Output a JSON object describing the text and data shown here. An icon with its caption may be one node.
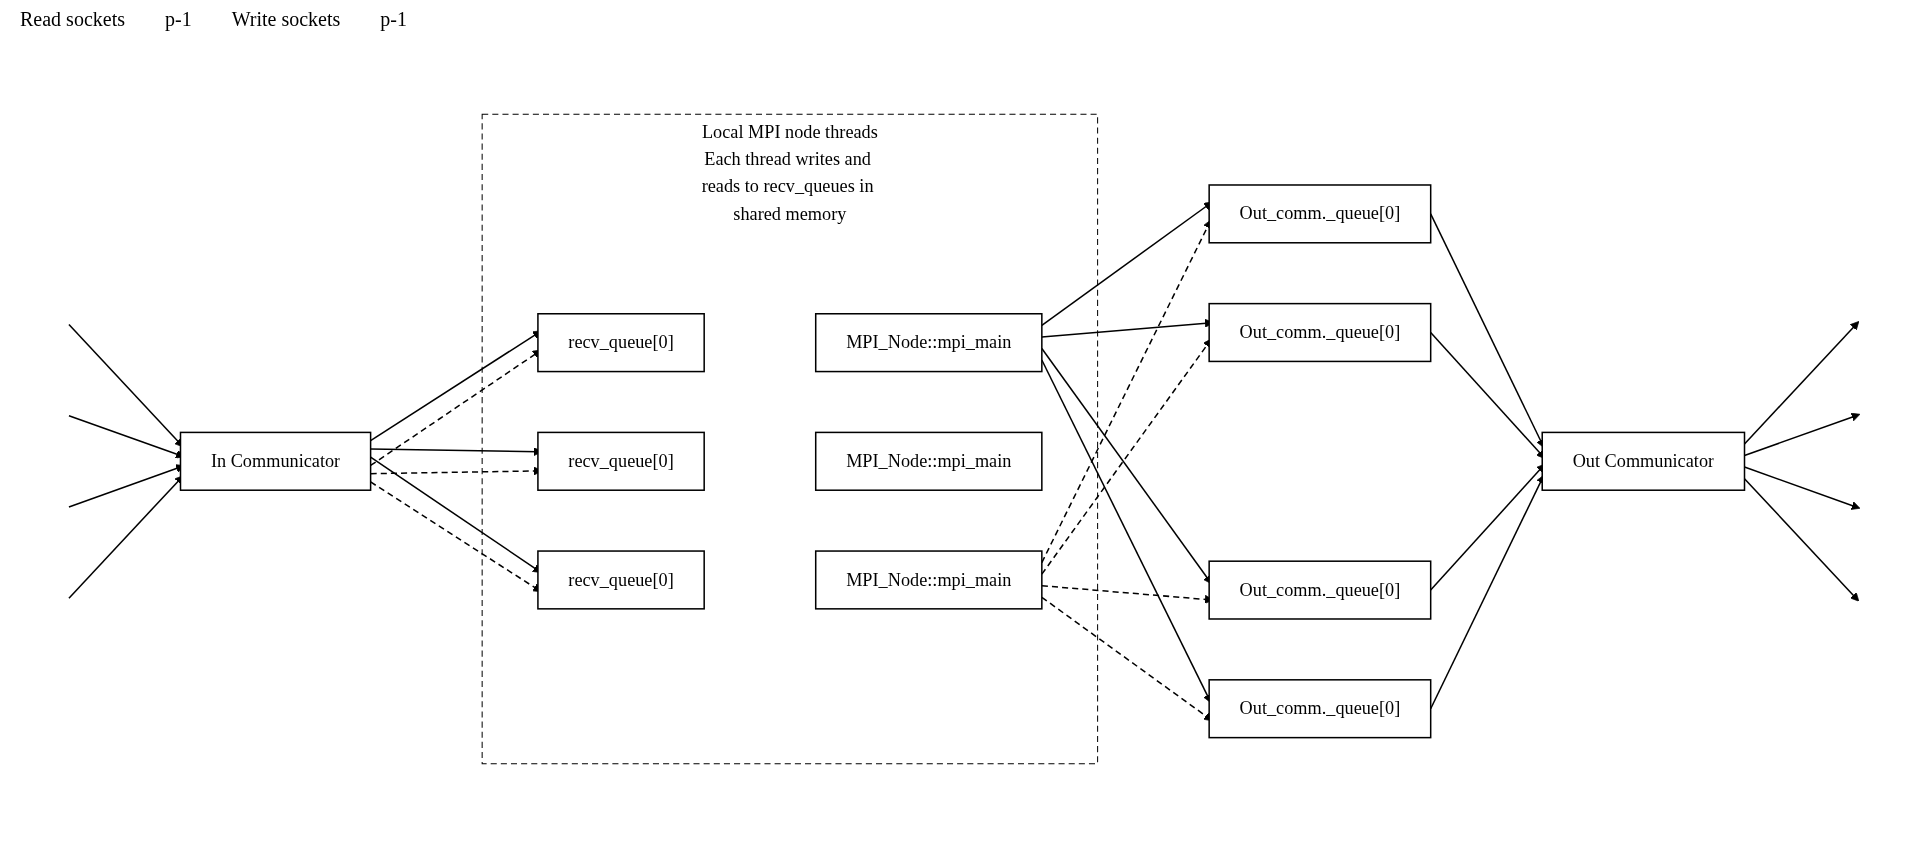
{
  "diagram": {
    "nodes": [
      {
        "text": [
          "In Communicator"
        ]
      },
      {
        "text": [
          "Local MPI node threads",
          "Each thread writes and reads to recv_queues in shared memory"
        ]
      },
      {
        "text": [
          "recv_queue[0]"
        ],
        "in": 1
      },
      {
        "text": [
          "MPI_Node::mpi_main"
        ],
        "in": 1
      },
      {
        "text": [
          "recv_queue[0]"
        ],
        "in": 1
      },
      {
        "text": [
          "MPI_Node::mpi_main"
        ],
        "in": 1
      },
      {
        "text": [
          "recv_queue[0]"
        ],
        "in": 1
      },
      {
        "text": [
          "MPI_Node::mpi_main"
        ],
        "in": 1
      },
      {
        "text": [
          "Out_comm._queue[0]"
        ]
      },
      {
        "text": [
          "Out_comm._queue[0]"
        ]
      },
      {
        "text": [
          "Out_comm._queue[0]"
        ]
      },
      {
        "text": [
          "Out_comm._queue[0]"
        ]
      },
      {
        "text": [
          "Out Communicator"
        ]
      }
    ],
    "edges": [
      {
        "from": null,
        "to": 0,
        "arrow": "to"
      },
      {
        "from": null,
        "to": 0,
        "arrow": "to"
      },
      {
        "from": null,
        "to": 0,
        "arrow": "to"
      },
      {
        "from": null,
        "to": 0,
        "arrow": "to"
      },
      {
        "from": 0,
        "to": 2,
        "arrow": "to"
      },
      {
        "from": 0,
        "to": 4,
        "arrow": "to"
      },
      {
        "from": 0,
        "to": 6,
        "arrow": "to"
      },
      {
        "from": 0,
        "to": 2,
        "arrow": "to",
        "style": "dashed"
      },
      {
        "from": 0,
        "to": 4,
        "arrow": "to",
        "style": "dashed"
      },
      {
        "from": 0,
        "to": 6,
        "arrow": "to",
        "style": "dashed"
      },
      {
        "from": 3,
        "to": 8,
        "arrow": "to"
      },
      {
        "from": 3,
        "to": 9,
        "arrow": "to"
      },
      {
        "from": 3,
        "to": 10,
        "arrow": "to"
      },
      {
        "from": 3,
        "to": 11,
        "arrow": "to"
      },
      {
        "from": 7,
        "to": 8,
        "arrow": "to",
        "style": "dashed"
      },
      {
        "from": 7,
        "to": 9,
        "arrow": "to",
        "style": "dashed"
      },
      {
        "from": 7,
        "to": 10,
        "arrow": "to",
        "style": "dashed"
      },
      {
        "from": 7,
        "to": 11,
        "arrow": "to",
        "style": "dashed"
      },
      {
        "from": 8,
        "to": 12,
        "arrow": "to"
      },
      {
        "from": 9,
        "to": 12,
        "arrow": "to"
      },
      {
        "from": 10,
        "to": 12,
        "arrow": "to"
      },
      {
        "from": 11,
        "to": 12,
        "arrow": "to"
      },
      {
        "from": 12,
        "to": null,
        "arrow": "to"
      },
      {
        "from": 12,
        "to": null,
        "arrow": "to"
      },
      {
        "from": 12,
        "to": null,
        "arrow": "to"
      },
      {
        "from": 12,
        "to": null,
        "arrow": "to"
      }
    ],
    "labels": [
      "Read sockets",
      "p-1",
      "Write sockets",
      "p-1"
    ]
  }
}
